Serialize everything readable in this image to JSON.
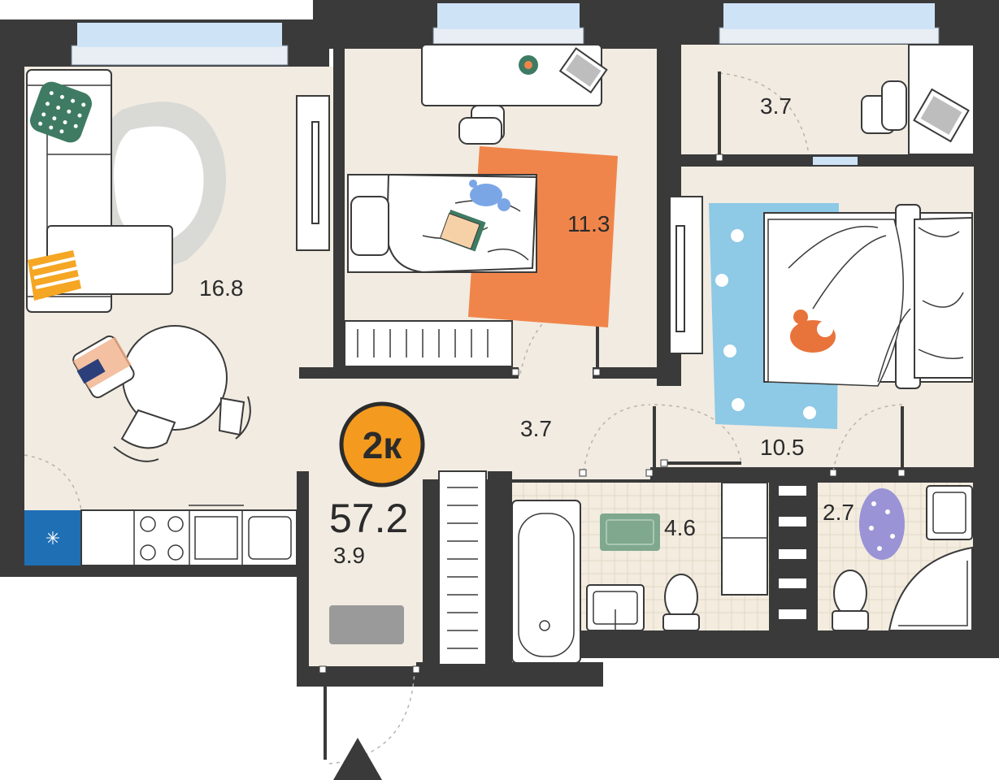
{
  "plan": {
    "badge": "2к",
    "total_area": "57.2",
    "rooms": [
      {
        "id": "living",
        "area": "16.8"
      },
      {
        "id": "kids-bedroom",
        "area": "11.3"
      },
      {
        "id": "study",
        "area": "3.7"
      },
      {
        "id": "bedroom",
        "area": "10.5"
      },
      {
        "id": "corridor",
        "area": "3.7"
      },
      {
        "id": "hallway",
        "area": "3.9"
      },
      {
        "id": "bathroom",
        "area": "4.6"
      },
      {
        "id": "toilet",
        "area": "2.7"
      }
    ]
  },
  "colors": {
    "wall": "#3a3a3a",
    "floor": "#f1ebe1",
    "badge": "#f39a1f",
    "rug_orange": "#f0854b",
    "rug_blue": "#8ec9e6",
    "pillow_green": "#3e7b62",
    "pillow_orange": "#f5a623",
    "window": "#cfe3f7",
    "bath_mat": "#7fa88f",
    "toilet_mat": "#9a93d6",
    "fridge": "#1f6fb5",
    "entry_mat": "#9a9a9a"
  }
}
